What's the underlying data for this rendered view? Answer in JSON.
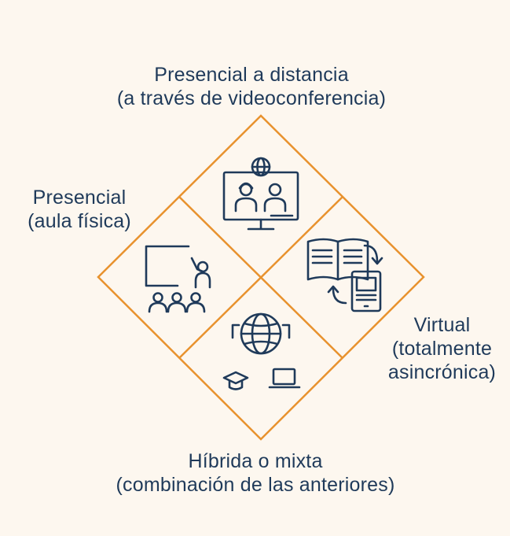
{
  "colors": {
    "background": "#fdf7ef",
    "diamond_stroke": "#e8922e",
    "icon_stroke": "#1f3a5a",
    "text": "#1f3a5a"
  },
  "quadrants": {
    "top": {
      "line1": "Presencial a distancia",
      "line2": "(a través de videoconferencia)",
      "icon": "videoconference-monitor-icon"
    },
    "left": {
      "line1": "Presencial",
      "line2": "(aula física)",
      "icon": "classroom-teacher-icon"
    },
    "right": {
      "line1": "Virtual",
      "line2": "(totalmente",
      "line3": "asincrónica)",
      "icon": "book-to-tablet-icon"
    },
    "bottom": {
      "line1": "Híbrida o mixta",
      "line2": "(combinación de las anteriores)",
      "icon": "globe-graduation-laptop-icon"
    }
  }
}
